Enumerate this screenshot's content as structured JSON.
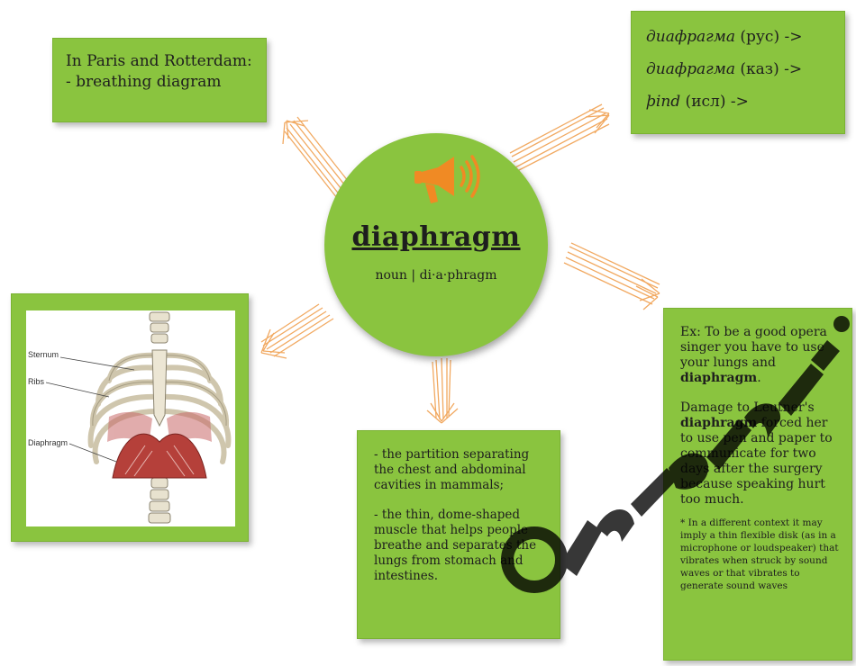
{
  "top_left_box": {
    "line1": "In Paris and Rotterdam:",
    "line2": "- breathing  diagram"
  },
  "translations": [
    {
      "word": "диафрагма",
      "lang": " (рус) ->"
    },
    {
      "word": "диафрагма",
      "lang": " (каз) ->"
    },
    {
      "word": "þind",
      "lang": " (исл) ->"
    }
  ],
  "center": {
    "word": "diaphragm",
    "pos": "noun | di·a·phragm",
    "icon": "megaphone-icon"
  },
  "image_labels": {
    "sternum": "Sternum",
    "ribs": "Ribs",
    "diaphragm": "Diaphragm"
  },
  "definition": {
    "p1": "- the partition separating the chest and abdominal cavities in mammals;",
    "p2": "- the thin, dome-shaped muscle that helps people breathe and separates the lungs from stomach and intestines."
  },
  "example": {
    "p1_pre": "Ex: To be a good opera singer you have to use your lungs and ",
    "p1_bold": "diaphragm",
    "p1_post": ".",
    "p2_pre": "Damage to Leutner's ",
    "p2_bold": "diaphragm",
    "p2_post": " forced her to use pen and paper to communicate for two days after the surgery because speaking hurt too much.",
    "note": "* In a different context it may imply a thin flexible disk (as in a microphone or loudspeaker) that vibrates when struck by sound waves or that vibrates to generate sound waves"
  },
  "colors": {
    "box_green": "#8ac43f",
    "arrow_orange": "#f0a050",
    "icon_orange": "#f08a24",
    "watermark": "#000000"
  }
}
